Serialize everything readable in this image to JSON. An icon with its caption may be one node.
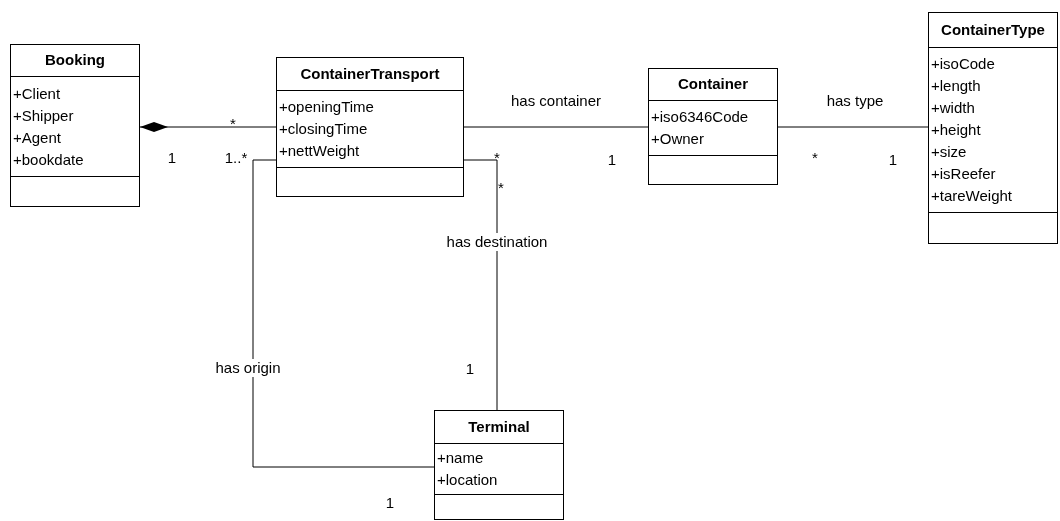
{
  "diagram": {
    "nodes": [
      {
        "text": [
          "Booking",
          "+Client",
          "+Shipper",
          "+Agent",
          "+bookdate"
        ]
      },
      {
        "text": [
          "ContainerTransport",
          "+openingTime",
          "+closingTime",
          "+nettWeight"
        ]
      },
      {
        "text": [
          "Container",
          "+iso6346Code",
          "+Owner"
        ]
      },
      {
        "text": [
          "ContainerType",
          "+isoCode",
          "+length",
          "+width",
          "+height",
          "+size",
          "+isReefer",
          "+tareWeight"
        ]
      },
      {
        "text": [
          "Terminal",
          "+name",
          "+location"
        ]
      }
    ],
    "edges": [
      {
        "from": 0,
        "to": 1,
        "arrow": "other"
      },
      {
        "from": 1,
        "to": 2,
        "arrow": "none",
        "label": "has container"
      },
      {
        "from": 2,
        "to": 3,
        "arrow": "none",
        "label": "has type"
      },
      {
        "from": 1,
        "to": 4,
        "arrow": "none",
        "label": "has destination"
      },
      {
        "from": 1,
        "to": 4,
        "arrow": "none",
        "label": "has origin"
      }
    ],
    "labels": [
      "*",
      "1",
      "1..*",
      "*",
      "1",
      "*",
      "1",
      "*",
      "1",
      "1"
    ]
  }
}
